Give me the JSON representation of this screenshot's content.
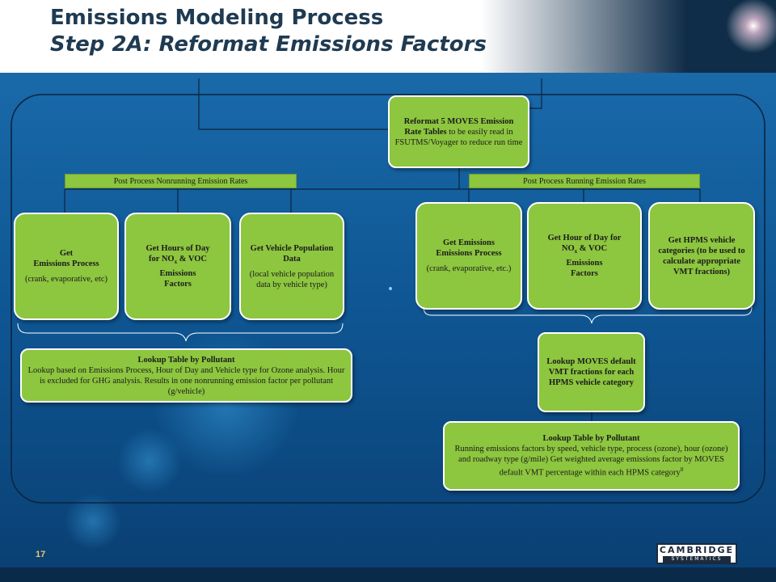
{
  "slide": {
    "title": "Emissions Modeling Process",
    "subtitle": "Step 2A: Reformat Emissions Factors",
    "page_number": "17"
  },
  "logo": {
    "name": "CAMBRIDGE",
    "tagline": "SYSTEMATICS"
  },
  "colors": {
    "box_fill": "#8dc63f",
    "background": "#0d4b82",
    "title_text": "#1f3b52"
  },
  "top_box": {
    "bold": "Reformat 5 MOVES Emission Rate Tables",
    "text": " to be easily read in FSUTMS/Voyager to reduce run time"
  },
  "bars": {
    "nonrunning": "Post Process Nonrunning Emission Rates",
    "running": "Post Process Running Emission Rates"
  },
  "left_boxes": {
    "b1_title_1": "Get",
    "b1_title_2": "Emissions Process",
    "b1_detail": "(crank, evaporative, etc)",
    "b2_title_1": "Get Hours of Day",
    "b2_title_2": "for NO",
    "b2_sub": "x",
    "b2_title_3": " & VOC",
    "b2_title_4": "Emissions",
    "b2_title_5": "Factors",
    "b3_title": "Get Vehicle Population Data",
    "b3_detail": "(local vehicle population data by vehicle type)"
  },
  "right_boxes": {
    "r1_title_1": "Get Emissions",
    "r1_title_2": "Emissions Process",
    "r1_detail": "(crank, evaporative, etc.)",
    "r2_title_1": "Get Hour of Day for",
    "r2_title_2": "NO",
    "r2_sub": "x",
    "r2_title_3": " & VOC",
    "r2_title_4": "Emissions",
    "r2_title_5": "Factors",
    "r3_title": "Get HPMS vehicle categories (to be used to calculate appropriate VMT fractions)"
  },
  "left_lookup": {
    "title": "Lookup Table by Pollutant",
    "body": "Lookup based on Emissions Process, Hour of Day and Vehicle type for Ozone analysis. Hour is excluded for GHG analysis. Results in one nonrunning emission factor per pollutant (g/vehicle)"
  },
  "moves_lookup": {
    "text": "Lookup MOVES default VMT fractions for each HPMS vehicle category"
  },
  "right_lookup": {
    "title": "Lookup Table by Pollutant",
    "body": "Running emissions factors by speed, vehicle type, process (ozone), hour (ozone) and roadway type (g/mile) Get weighted average emissions factor by MOVES default VMT percentage within each HPMS category",
    "footnote": "8"
  }
}
